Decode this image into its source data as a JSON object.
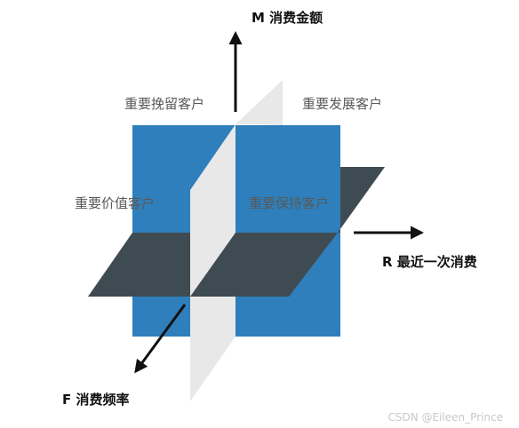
{
  "axes": {
    "m": "M 消费金额",
    "r": "R  最近一次消费",
    "f": "F 消费频率"
  },
  "segments": {
    "top_left": "重要挽留客户",
    "top_right": "重要发展客户",
    "mid_left": "重要价值客户",
    "mid_right": "重要保持客户"
  },
  "watermark": "CSDN @Eileen_Prince",
  "colors": {
    "cube": "#2e7fbb",
    "horizontal_plane": "#3f4b52",
    "vertical_plane": "#e8e8e8",
    "arrow": "#111111",
    "label": "#595959"
  }
}
